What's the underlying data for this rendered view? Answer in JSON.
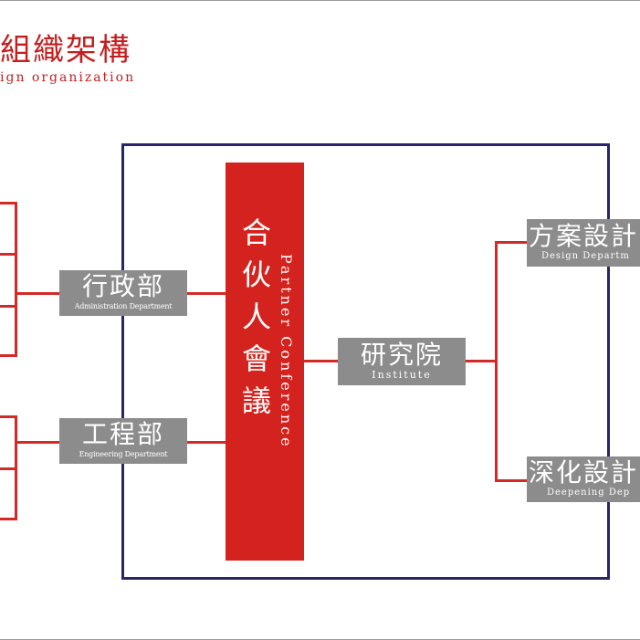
{
  "title": {
    "zh": "組織架構",
    "en": "ign organization"
  },
  "partner": {
    "zh": [
      "合",
      "伙",
      "人",
      "會",
      "議"
    ],
    "en": "Partner Conference"
  },
  "admin": {
    "zh": "行政部",
    "en": "Administration Department"
  },
  "engineering": {
    "zh": "工程部",
    "en": "Engineering Department"
  },
  "institute": {
    "zh": "研究院",
    "en": "Institute"
  },
  "design": {
    "zh": "方案設計",
    "en": "Design Departm"
  },
  "deepening": {
    "zh": "深化設計",
    "en": "Deepening Dep"
  },
  "colors": {
    "red": "#d4231e",
    "navy": "#2a246a",
    "gray": "#8c8c8c"
  }
}
